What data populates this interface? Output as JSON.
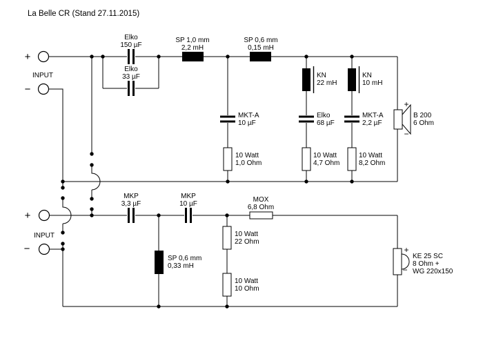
{
  "title": "La Belle CR (Stand 27.11.2015)",
  "colors": {
    "wire": "#000000",
    "background": "#ffffff",
    "component_fill": "#000000"
  },
  "inputs": {
    "woofer": {
      "label": "INPUT",
      "plus": "+",
      "minus": "−"
    },
    "tweeter": {
      "label": "INPUT",
      "plus": "+",
      "minus": "−"
    }
  },
  "woofer_section": {
    "cap_elko150": {
      "name": "Elko",
      "value": "150 µF"
    },
    "cap_elko33": {
      "name": "Elko",
      "value": "33 µF"
    },
    "coil_sp22": {
      "name": "SP 1,0 mm",
      "value": "2,2 mH"
    },
    "coil_sp015": {
      "name": "SP 0,6 mm",
      "value": "0,15 mH"
    },
    "coil_kn22": {
      "name": "KN",
      "value": "22 mH"
    },
    "coil_kn10": {
      "name": "KN",
      "value": "10 mH"
    },
    "cap_mkt10": {
      "name": "MKT-A",
      "value": "10 µF"
    },
    "cap_elko68": {
      "name": "Elko",
      "value": "68 µF"
    },
    "cap_mkt22": {
      "name": "MKT-A",
      "value": "2,2 µF"
    },
    "res_1ohm": {
      "name": "10 Watt",
      "value": "1,0 Ohm"
    },
    "res_47ohm": {
      "name": "10 Watt",
      "value": "4,7 Ohm"
    },
    "res_82ohm": {
      "name": "10 Watt",
      "value": "8,2 Ohm"
    },
    "driver": {
      "name": "B 200",
      "value": "6 Ohm",
      "plus": "+",
      "minus": "−"
    }
  },
  "tweeter_section": {
    "cap_mkp33": {
      "name": "MKP",
      "value": "3,3 µF"
    },
    "cap_mkp10": {
      "name": "MKP",
      "value": "10 µF"
    },
    "coil_sp033": {
      "name": "SP 0,6 mm",
      "value": "0,33 mH"
    },
    "res_22ohm": {
      "name": "10 Watt",
      "value": "22 Ohm"
    },
    "res_10ohm": {
      "name": "10 Watt",
      "value": "10 Ohm"
    },
    "res_mox": {
      "name": "MOX",
      "value": "6,8 Ohm"
    },
    "driver": {
      "name": "KE 25 SC",
      "value": "8 Ohm +",
      "value2": "WG 220x150",
      "plus": "+",
      "minus": "−"
    }
  }
}
